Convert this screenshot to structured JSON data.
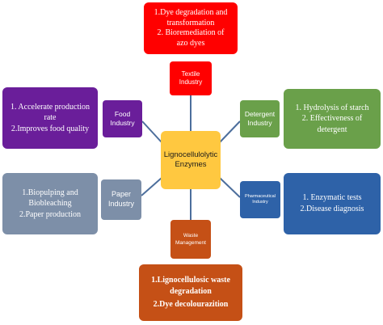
{
  "center": {
    "label_line1": "Lignocellulolytic",
    "label_line2": "Enzymes"
  },
  "textile": {
    "node_line1": "Textile",
    "node_line2": "Industry",
    "app_line1": "1.Dye degradation and",
    "app_line2": "transformation",
    "app_line3": "2.  Bioremediation of",
    "app_line4": "azo dyes"
  },
  "food": {
    "node_line1": "Food",
    "node_line2": "Industry",
    "app_line1": "1. Accelerate production",
    "app_line2": "rate",
    "app_line3": "2.Improves food quality"
  },
  "detergent": {
    "node_line1": "Detergent",
    "node_line2": "Industry",
    "app_line1": "1. Hydrolysis of starch",
    "app_line2": "2.  Effectiveness of",
    "app_line3": "detergent"
  },
  "paper": {
    "node_line1": "Paper",
    "node_line2": "Industry",
    "app_line1": "1.Biopulping and",
    "app_line2": "Biobleaching",
    "app_line3": "2.Paper production"
  },
  "pharmaceutical": {
    "node_line1": "Pharmaceutical",
    "node_line2": "Industry",
    "app_line1": "1. Enzymatic tests",
    "app_line2": "2.Disease diagnosis"
  },
  "waste": {
    "node_line1": "Waste",
    "node_line2": "Management",
    "app_line1": "1.Lignocellulosic waste",
    "app_line2": "degradation",
    "app_line3": "2.Dye decolourazition"
  },
  "colors": {
    "textile": "#ff0000",
    "food": "#6a1e9a",
    "detergent": "#6aa04a",
    "paper": "#7d8fa8",
    "pharmaceutical": "#2e62a8",
    "waste": "#c55016",
    "center": "#ffc840",
    "connector": "#4c6e9c"
  }
}
